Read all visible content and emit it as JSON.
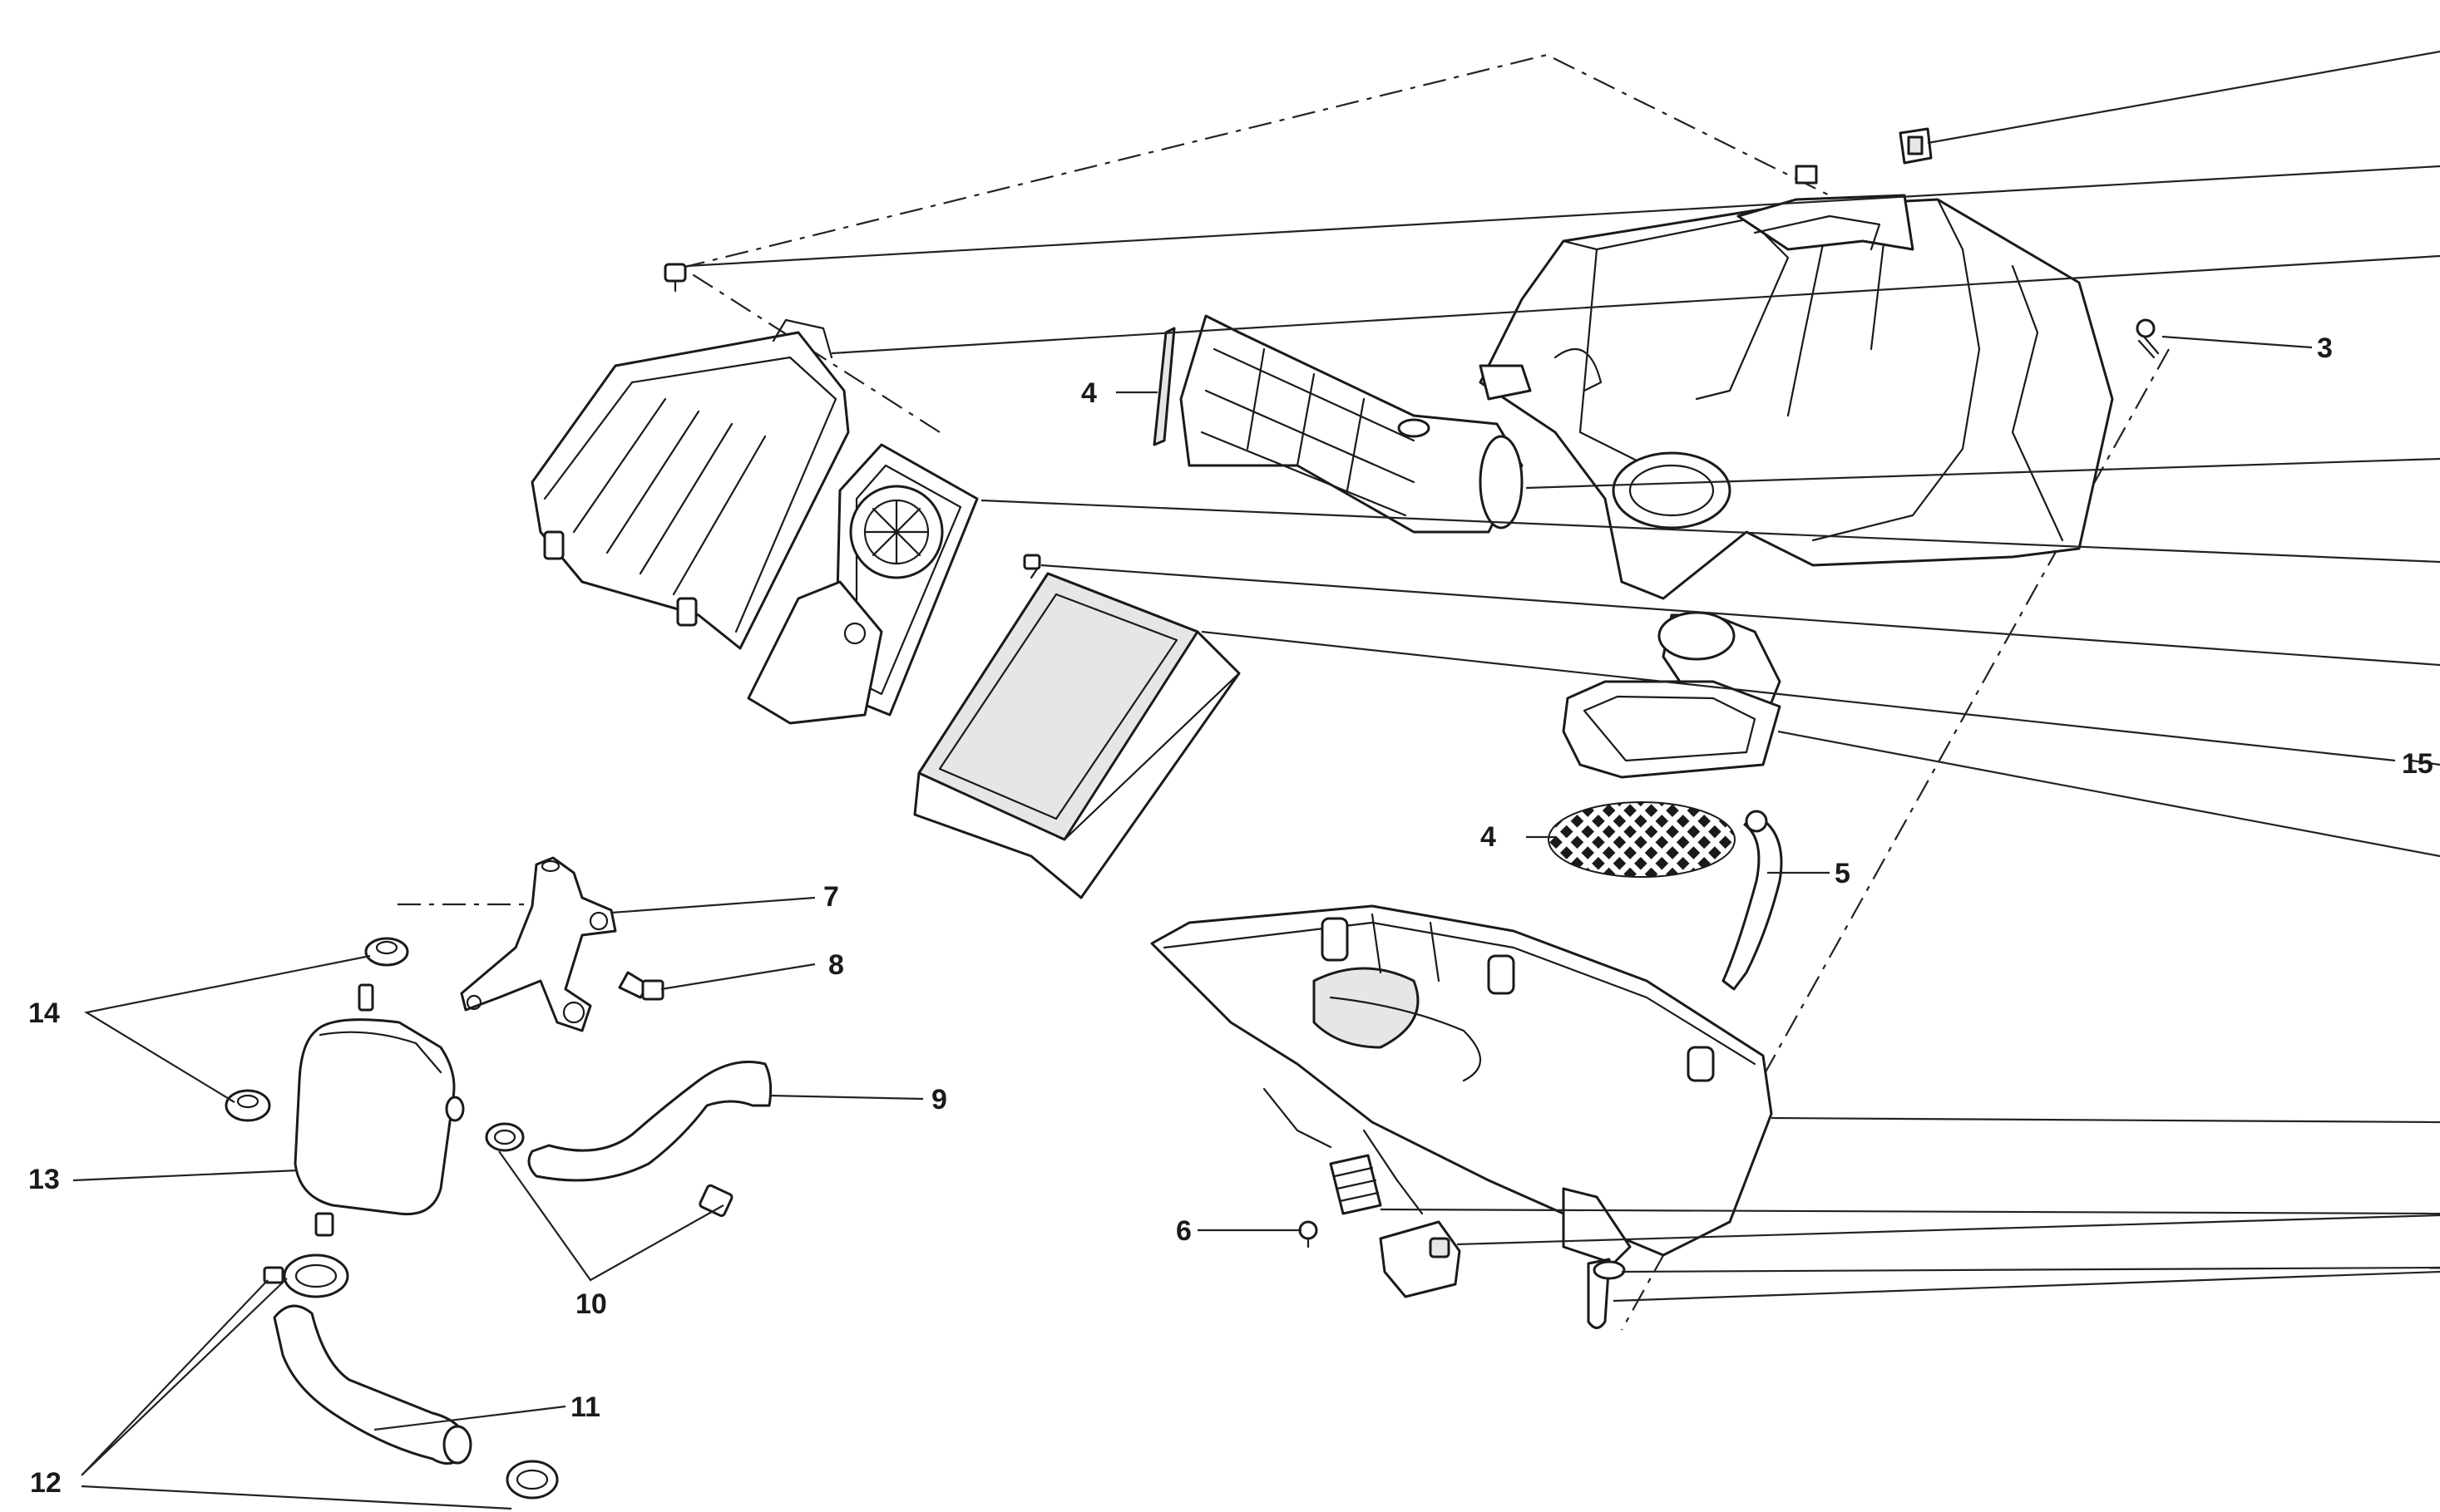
{
  "callouts": {
    "c3": "3",
    "c4a": "4",
    "c4b": "4",
    "c5": "5",
    "c6": "6",
    "c7": "7",
    "c8": "8",
    "c9": "9",
    "c10": "10",
    "c11": "11",
    "c12": "12",
    "c13": "13",
    "c14": "14",
    "c15": "15"
  },
  "colors": {
    "line": "#1a1a1a",
    "background": "#ffffff",
    "shade": "#e6e6e6"
  }
}
